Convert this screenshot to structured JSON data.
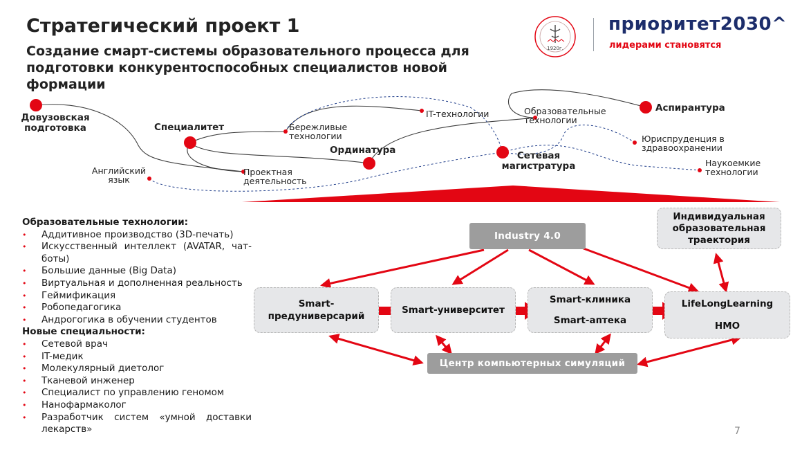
{
  "slide": {
    "title": "Стратегический проект 1",
    "subtitle": "Создание смарт-системы образовательного процесса для подготовки конкурентоспособных специалистов новой формации",
    "page_number": "7"
  },
  "branding": {
    "name": "приоритет2030^",
    "tagline": "лидерами становятся",
    "seal_year": "1920г.",
    "primary_color": "#1c2d6b",
    "accent_color": "#e30613"
  },
  "tree": {
    "main_nodes": {
      "dovuzovskaya": "Довузовская подготовка",
      "specialitet": "Специалитет",
      "ordinatura": "Ординатура",
      "setevaya": "Сетевая магистратура",
      "aspirantura": "Аспирантура"
    },
    "leaf_nodes": {
      "angliyskiy": "Английский язык",
      "proektnaya": "Проектная деятельность",
      "berezhlivye": "Бережливые технологии",
      "it": "IT-технологии",
      "obrazovatelnye": "Образовательные технологии",
      "yurisprudentsiya": "Юриспруденция в здравоохранении",
      "naukoemkie": "Наукоемкие технологии"
    }
  },
  "lists": {
    "edu_tech_heading": "Образовательные технологии:",
    "edu_tech_items": [
      "Аддитивное производство (3D-печать)",
      "Искусственный интеллект (AVATAR, чат-боты)",
      "Большие данные (Big Data)",
      "Виртуальная и дополненная реальность",
      "Геймификация",
      "Робопедагогика",
      "Андрогогика в обучении студентов"
    ],
    "new_spec_heading": "Новые специальности:",
    "new_spec_items": [
      "Сетевой врач",
      "IT-медик",
      "Молекулярный диетолог",
      "Тканевой инженер",
      "Специалист по управлению геномом",
      "Нанофармаколог",
      "Разработчик систем «умной доставки лекарств»"
    ]
  },
  "flow": {
    "industry": "Industry 4.0",
    "individual": "Индивидуальная образовательная траектория",
    "pre_university": "Smart-предуниверсарий",
    "university": "Smart-университет",
    "clinic": "Smart-клиника",
    "pharmacy": "Smart-аптека",
    "lifelong": "LifeLongLearning",
    "nmo": "НМО",
    "simulation_center": "Центр компьютерных симуляций"
  }
}
